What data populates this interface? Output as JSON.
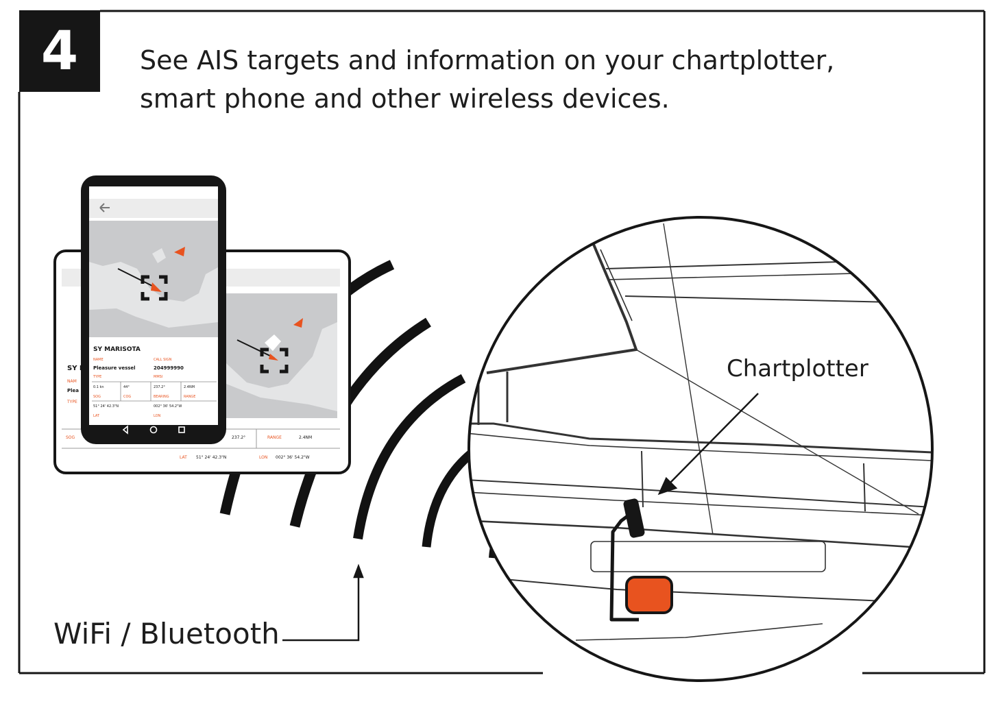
{
  "step": {
    "number": "4"
  },
  "headline": {
    "line1": "See AIS targets and information on your chartplotter,",
    "line2": "smart phone and other wireless devices."
  },
  "labels": {
    "chartplotter": "Chartplotter",
    "wireless": "WiFi / Bluetooth"
  },
  "phone": {
    "vessel_name": "SY MARISOTA",
    "name_label": "NAME",
    "name_value": "Pleasure vessel",
    "callsign_label": "CALL SIGN",
    "callsign_value": "204999990",
    "type_label": "TYPE",
    "mmsi_label": "MMSI",
    "sog_label": "SOG",
    "cog_label": "COG",
    "bearing_label": "BEARING",
    "range_label": "RANGE",
    "sog_value": "0.1 kn",
    "cog_value": "44°",
    "bearing_value": "237.2°",
    "range_value": "2.4NM",
    "lat_label": "LAT",
    "lon_label": "LON",
    "lat_value": "51° 24' 42.3\"N",
    "lon_value": "002° 36' 54.2\"W"
  },
  "tablet": {
    "vessel_name_partial": "SY M",
    "name_label_partial": "NAM",
    "name_value_partial": "Plea",
    "type_label_partial": "TYPE",
    "sog_label": "SOG",
    "bearing_value": "237.2°",
    "range_label": "RANGE",
    "range_value": "2.4NM",
    "lat_label": "LAT",
    "lat_value": "51° 24' 42.3\"N",
    "lon_label": "LON",
    "lon_value": "002° 36' 54.2\"W"
  },
  "colors": {
    "accent": "#e8531f",
    "ink": "#161616",
    "map_land": "#c9cacc",
    "map_water": "#e4e5e6"
  },
  "icons": {
    "back": "arrow-left-icon",
    "nav_back": "triangle-back-icon",
    "nav_home": "circle-home-icon",
    "nav_recent": "square-recent-icon",
    "target": "vessel-target-icon"
  }
}
